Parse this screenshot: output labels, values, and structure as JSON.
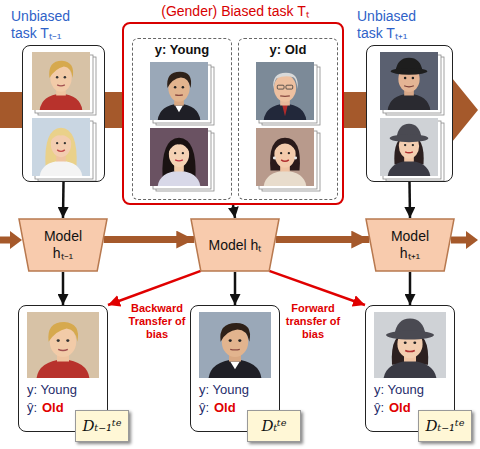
{
  "diagram": {
    "nodes": [
      {
        "text": [
          "Unbiased task Tₜ₋₁"
        ]
      },
      {
        "text": [
          "(Gender) Biased task Tₜ"
        ]
      },
      {
        "text": [
          "y: Young"
        ],
        "in": 1
      },
      {
        "text": [
          "y: Old"
        ],
        "in": 1
      },
      {
        "text": [
          "Unbiased task Tₜ₊₁"
        ]
      },
      {
        "text": [
          "Model hₜ₋₁"
        ]
      },
      {
        "text": [
          "Model hₜ"
        ]
      },
      {
        "text": [
          "Model hₜ₊₁"
        ]
      },
      {
        "text": [
          "y: Young",
          "ŷ:",
          "Old"
        ]
      },
      {
        "text": [
          "Dₜ₋₁ᵗᵉ"
        ],
        "in": 8
      },
      {
        "text": [
          "y: Young",
          "ŷ:",
          "Old"
        ]
      },
      {
        "text": [
          "Dₜᵗᵉ"
        ],
        "in": 10
      },
      {
        "text": [
          "y: Young",
          "ŷ:",
          "Old"
        ]
      },
      {
        "text": [
          "Dₜ₋₁ᵗᵉ"
        ],
        "in": 12
      }
    ],
    "edges": [
      {
        "from": 0,
        "to": 5,
        "arrow": "to"
      },
      {
        "from": 1,
        "to": 6,
        "arrow": "to"
      },
      {
        "from": 4,
        "to": 7,
        "arrow": "to"
      },
      {
        "from": 5,
        "to": 6,
        "arrow": "to"
      },
      {
        "from": 6,
        "to": 7,
        "arrow": "to"
      },
      {
        "from": 6,
        "to": 8,
        "label": "Backward Transfer of bias",
        "arrow": "to"
      },
      {
        "from": 6,
        "to": 12,
        "label": "Forward transfer of bias",
        "arrow": "to"
      },
      {
        "from": 5,
        "to": 8,
        "arrow": "to"
      },
      {
        "from": 6,
        "to": 10,
        "arrow": "to"
      },
      {
        "from": 7,
        "to": 12,
        "arrow": "to"
      }
    ]
  }
}
